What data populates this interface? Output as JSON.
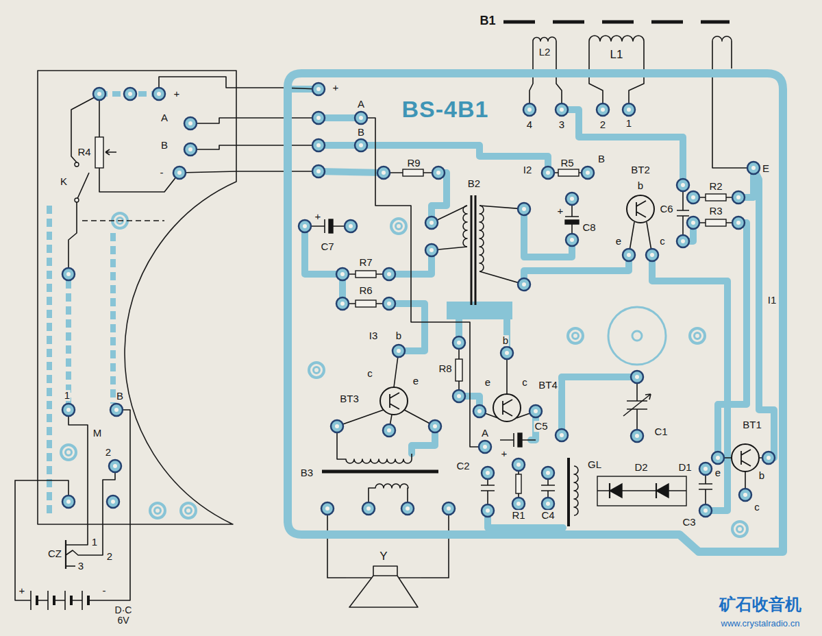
{
  "diagram": {
    "nodes": [
      {
        "text": [
          "+",
          "A",
          "B",
          "R4",
          "-",
          "K",
          "1",
          "B",
          "M",
          "2"
        ]
      },
      {
        "text": [
          "BS-4B1"
        ]
      },
      {
        "text": [
          "1",
          "CZ",
          "2",
          "3"
        ]
      },
      {
        "text": [
          "Y"
        ]
      },
      {
        "text": [
          "+",
          "-",
          "D·C 6V"
        ]
      }
    ],
    "edges": [
      {
        "from": 0,
        "to": 1,
        "arrow": "none"
      },
      {
        "from": 0,
        "to": 1,
        "arrow": "none"
      },
      {
        "from": 0,
        "to": 1,
        "arrow": "none"
      },
      {
        "from": 0,
        "to": 1,
        "arrow": "none"
      },
      {
        "from": 2,
        "to": 0,
        "arrow": "none"
      },
      {
        "from": 2,
        "to": 0,
        "arrow": "none"
      },
      {
        "from": 4,
        "to": 0,
        "arrow": "none"
      },
      {
        "from": 4,
        "to": 0,
        "arrow": "none"
      },
      {
        "from": 3,
        "to": 1,
        "arrow": "none"
      },
      {
        "from": 3,
        "to": 1,
        "arrow": "none"
      }
    ],
    "labels": [
      "B1",
      "L2",
      "L1",
      "+",
      "A",
      "1",
      "4",
      "3",
      "2",
      "B",
      "B",
      "R9",
      "R5",
      "E",
      "I2",
      "BT2",
      "B2",
      "b",
      "R2",
      "C6",
      "R3",
      "+",
      "C8",
      "+",
      "e",
      "c",
      "C7",
      "R7",
      "R6",
      "I1",
      "I3",
      "b",
      "b",
      "R8",
      "c",
      "e",
      "e",
      "c",
      "BT4",
      "BT3",
      "BT1",
      "C5",
      "A",
      "C1",
      "+",
      "C2",
      "GL",
      "D2",
      "D1",
      "B3",
      "e",
      "b",
      "C3",
      "c",
      "R1",
      "C4",
      "矿石收音机",
      "www.crystalradio.cn"
    ]
  }
}
